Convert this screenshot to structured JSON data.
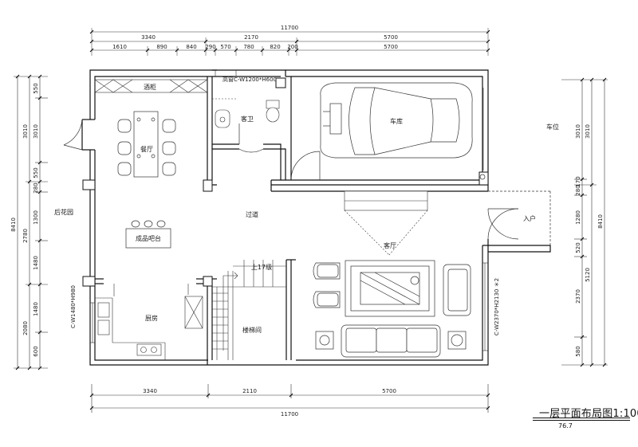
{
  "drawing": {
    "title": "一层平面布局图1:100",
    "subtitle": "76.7"
  },
  "dims_top": {
    "total": "11700",
    "row1": [
      "3340",
      "2170",
      "5700"
    ],
    "row2": [
      "1610",
      "890",
      "840",
      "290",
      "570",
      "780",
      "820",
      "200",
      "5700"
    ]
  },
  "dims_bottom": {
    "row1": [
      "3340",
      "2110",
      "5700"
    ],
    "total": "11700"
  },
  "dims_left": {
    "total": "8410",
    "outer": [
      "3010",
      "2780",
      "2080"
    ],
    "inner": [
      "550",
      "3010",
      "550",
      "280",
      "1300",
      "1480",
      "1480",
      "600"
    ]
  },
  "dims_right": {
    "total": "8410",
    "outer": [
      "3010",
      "5120"
    ],
    "inner": [
      "3010",
      "170",
      "280",
      "1280",
      "520",
      "2370",
      "580"
    ]
  },
  "rooms": {
    "wine_cabinet": "酒柜",
    "dining": "餐厅",
    "bar": "成品吧台",
    "kitchen": "厨房",
    "bathroom": "客卫",
    "corridor": "过道",
    "garage": "车库",
    "living": "客厅",
    "stair": "楼梯间",
    "up": "上17级",
    "back_garden": "后花园",
    "parking": "车位",
    "entrance": "入户"
  },
  "notes": {
    "high_window": "高窗C-W1200*H600",
    "window_left": "C-W1480*H980",
    "window_right": "C-W2370*H2130 ＊2"
  }
}
